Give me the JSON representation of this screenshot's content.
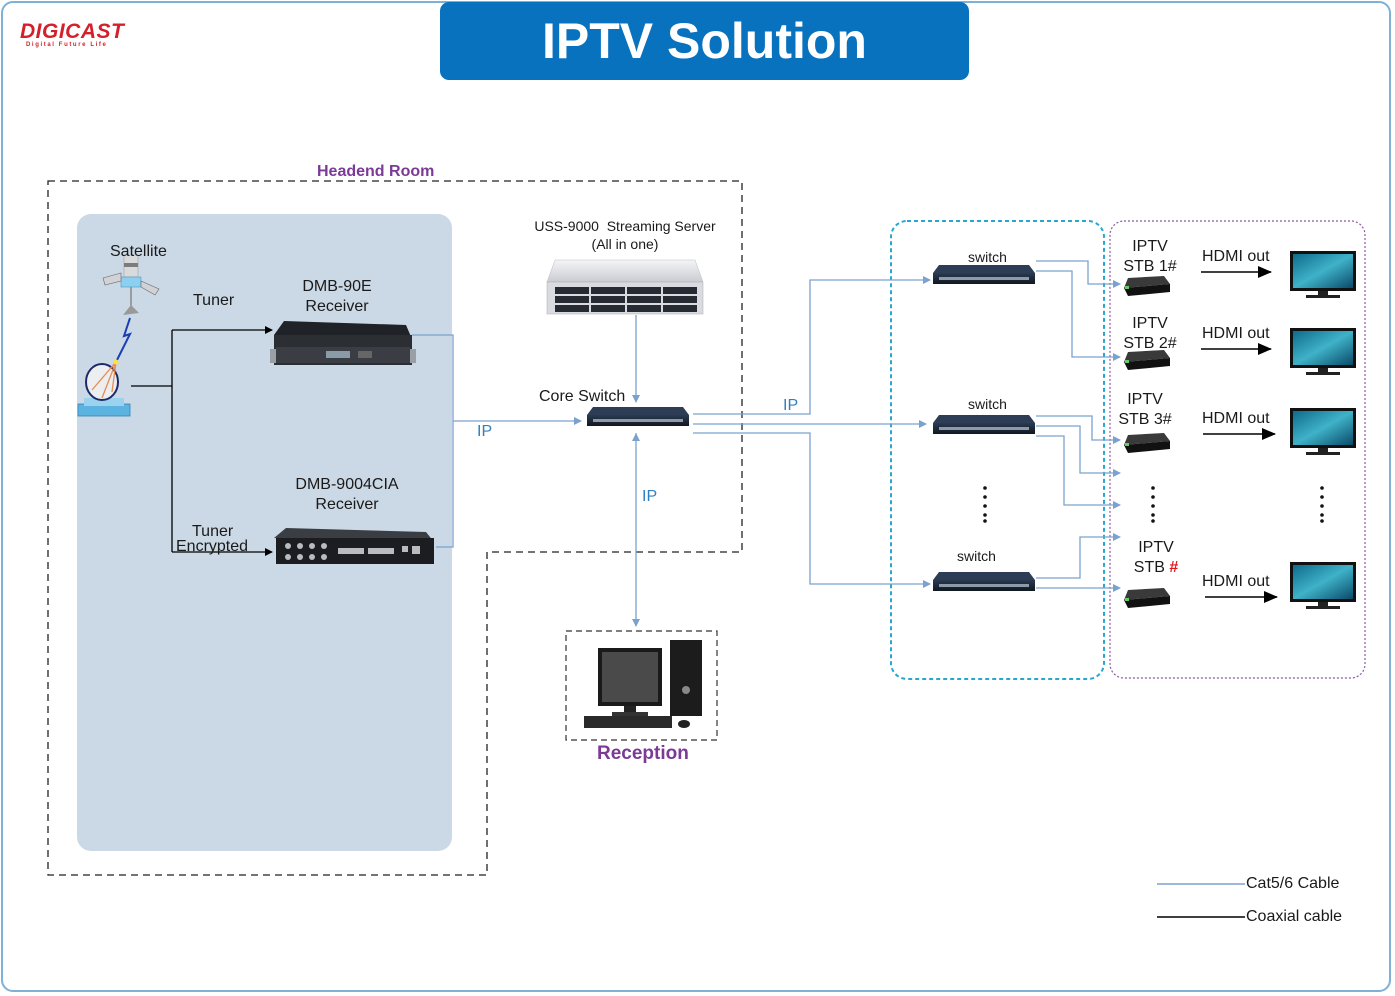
{
  "brand": {
    "name": "DIGICAST",
    "tagline": "Digital Future Life",
    "color": "#d4202a"
  },
  "title": "IPTV Solution",
  "title_color": "#0872bf",
  "headend": {
    "label": "Headend Room",
    "satellite_label": "Satellite",
    "tuner_label": "Tuner",
    "tuner_encrypted_label": [
      "Tuner",
      "Encrypted"
    ],
    "receiver_1": {
      "model": "DMB-90E",
      "type": "Receiver"
    },
    "receiver_2": {
      "model": "DMB-9004CIA",
      "type": "Receiver"
    },
    "streaming_server": {
      "model": "USS-9000  Streaming Server",
      "note": "(All in one)"
    },
    "core_switch": "Core Switch"
  },
  "connections": {
    "ip_label": "IP"
  },
  "reception": {
    "label": "Reception"
  },
  "distribution": {
    "switch_label": "switch",
    "switches": [
      "switch",
      "switch",
      "switch"
    ],
    "ellipsis": "⋮"
  },
  "clients": {
    "stbs": [
      {
        "line1": "IPTV",
        "line2": "STB 1#",
        "suffix": ""
      },
      {
        "line1": "IPTV",
        "line2": "STB 2#",
        "suffix": ""
      },
      {
        "line1": "IPTV",
        "line2": "STB 3#",
        "suffix": ""
      },
      {
        "line1": "IPTV",
        "line2": "STB ",
        "suffix": "#"
      }
    ],
    "output_label": "HDMI out",
    "suffix_color": "#e0191f"
  },
  "legend": {
    "items": [
      {
        "label": "Cat5/6 Cable",
        "color": "#7ba2cf"
      },
      {
        "label": "Coaxial cable",
        "color": "#000000"
      }
    ]
  },
  "icons": {
    "satellite": "satellite-icon",
    "dish": "satellite-dish-icon",
    "receiver": "receiver-rack-icon",
    "server": "server-rack-icon",
    "switch": "network-switch-icon",
    "pc": "desktop-computer-icon",
    "stb": "set-top-box-icon",
    "tv": "tv-icon"
  }
}
